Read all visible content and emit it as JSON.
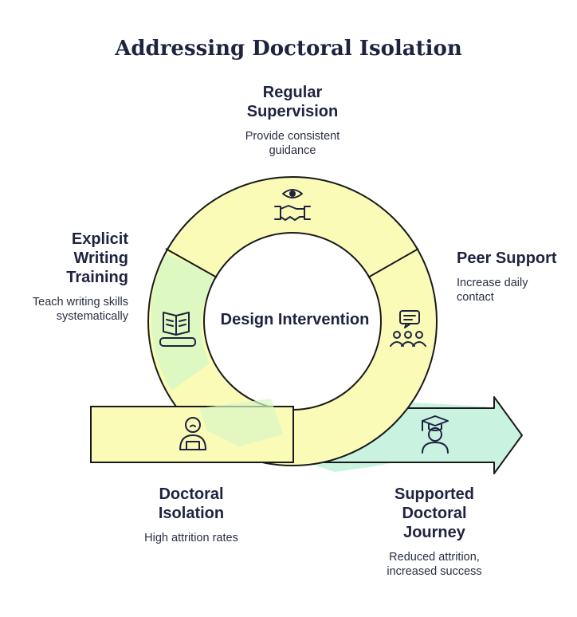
{
  "title": "Addressing Doctoral Isolation",
  "center": "Design Intervention",
  "stages": {
    "supervision": {
      "title": "Regular Supervision",
      "line1": "Regular",
      "line2": "Supervision",
      "desc1": "Provide consistent",
      "desc2": "guidance",
      "icon": "eye-handshake-icon"
    },
    "writing": {
      "title": "Explicit Writing Training",
      "line1": "Explicit",
      "line2": "Writing",
      "line3": "Training",
      "desc1": "Teach writing skills",
      "desc2": "systematically",
      "icon": "open-book-icon"
    },
    "peer": {
      "title": "Peer Support",
      "desc1": "Increase daily",
      "desc2": "contact",
      "icon": "group-chat-icon"
    },
    "isolation": {
      "title": "Doctoral Isolation",
      "line1": "Doctoral",
      "line2": "Isolation",
      "desc": "High attrition rates",
      "icon": "isolated-person-icon"
    },
    "journey": {
      "title": "Supported Doctoral Journey",
      "line1": "Supported",
      "line2": "Doctoral",
      "line3": "Journey",
      "desc1": "Reduced attrition,",
      "desc2": "increased success",
      "icon": "graduate-icon"
    }
  },
  "colors": {
    "yellow": "#f9fbb6",
    "green": "#d9f7c4",
    "mint": "#c9f2e1",
    "ink": "#1f2340",
    "outline": "#1a1a1a"
  }
}
